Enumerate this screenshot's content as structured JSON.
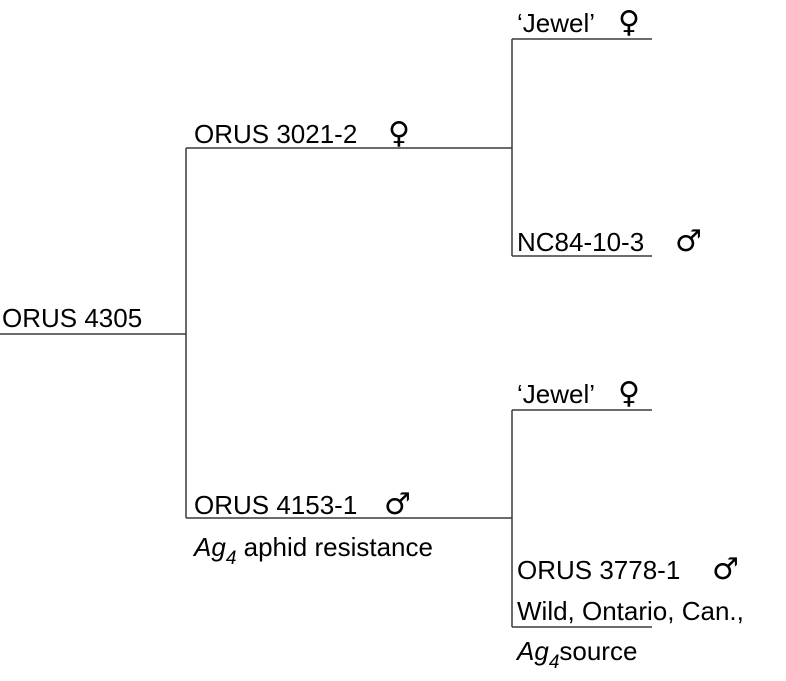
{
  "symbols": {
    "female": "♀",
    "male": "♂"
  },
  "colors": {
    "text": "#000000",
    "line": "#3a3a3a",
    "background": "#ffffff"
  },
  "root": {
    "label": "ORUS 4305"
  },
  "parents": [
    {
      "label": "ORUS 3021-2",
      "sex": "female",
      "parents": [
        {
          "label": "‘Jewel’",
          "sex": "female"
        },
        {
          "label": "NC84-10-3",
          "sex": "male"
        }
      ]
    },
    {
      "label": "ORUS 4153-1",
      "sex": "male",
      "note": {
        "italic": "Ag",
        "subscript": "4",
        "rest": " aphid resistance"
      },
      "parents": [
        {
          "label": "‘Jewel’",
          "sex": "female"
        },
        {
          "label": "ORUS 3778-1",
          "sex": "male",
          "note_line1": "Wild, Ontario, Can.,",
          "note_line2": {
            "italic": "Ag",
            "subscript": "4",
            "rest": "source"
          }
        }
      ]
    }
  ]
}
